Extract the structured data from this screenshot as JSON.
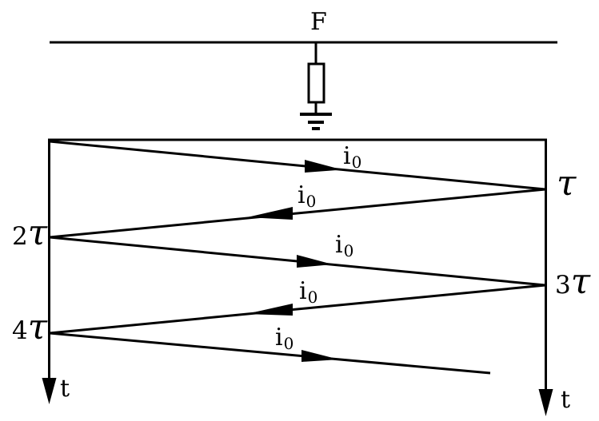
{
  "diagram": {
    "description": "Bewley lattice diagram of travelling current waves reflecting between line ends after fault F through a resistance to ground",
    "fault_label": "F",
    "colors": {
      "ink": "#000000",
      "background": "#ffffff"
    },
    "axes": {
      "left": {
        "time_label": "t"
      },
      "right": {
        "time_label": "t"
      }
    },
    "vertices": [
      {
        "side": "right",
        "num": "",
        "tau": "τ"
      },
      {
        "side": "left",
        "num": "2",
        "tau": "τ"
      },
      {
        "side": "right",
        "num": "3",
        "tau": "τ"
      },
      {
        "side": "left",
        "num": "4",
        "tau": "τ"
      }
    ],
    "waves": [
      {
        "base": "i",
        "sub": "0",
        "direction": "right"
      },
      {
        "base": "i",
        "sub": "0",
        "direction": "left"
      },
      {
        "base": "i",
        "sub": "0",
        "direction": "right"
      },
      {
        "base": "i",
        "sub": "0",
        "direction": "left"
      },
      {
        "base": "i",
        "sub": "0",
        "direction": "right"
      }
    ]
  }
}
